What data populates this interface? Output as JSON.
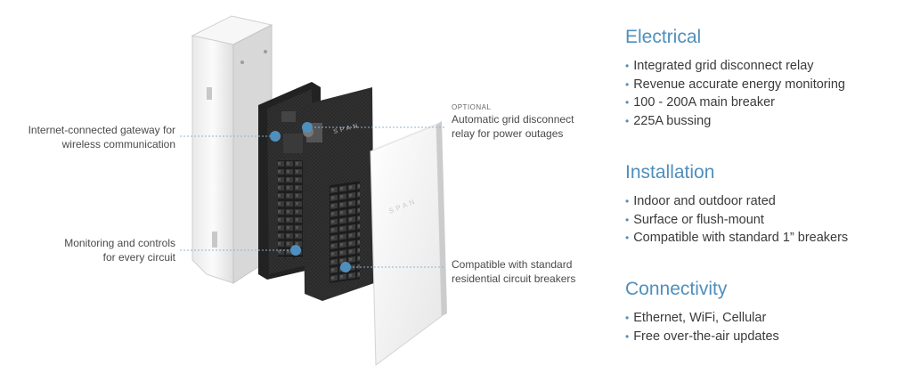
{
  "callouts": {
    "gateway": [
      "Internet-connected gateway for",
      "wireless communication"
    ],
    "monitoring": [
      "Monitoring and controls",
      "for every circuit"
    ],
    "relay_tag": "OPTIONAL",
    "relay": [
      "Automatic grid disconnect",
      "relay for power outages"
    ],
    "breakers": [
      "Compatible with standard",
      "residential circuit breakers"
    ]
  },
  "device": {
    "brand_mark": "SPAN",
    "brand_mark_cover": "SPAN"
  },
  "sections": [
    {
      "title": "Electrical",
      "items": [
        "Integrated grid disconnect relay",
        "Revenue accurate energy monitoring",
        "100 - 200A main breaker",
        "225A bussing"
      ]
    },
    {
      "title": "Installation",
      "items": [
        "Indoor and outdoor rated",
        "Surface or flush-mount",
        "Compatible with standard 1” breakers"
      ]
    },
    {
      "title": "Connectivity",
      "items": [
        "Ethernet, WiFi, Cellular",
        "Free over-the-air updates"
      ]
    }
  ],
  "colors": {
    "accent": "#4f8fbd",
    "text": "#3a3a3a",
    "panel_dark": "#2b2b2b",
    "enclosure": "#f2f2f2"
  }
}
